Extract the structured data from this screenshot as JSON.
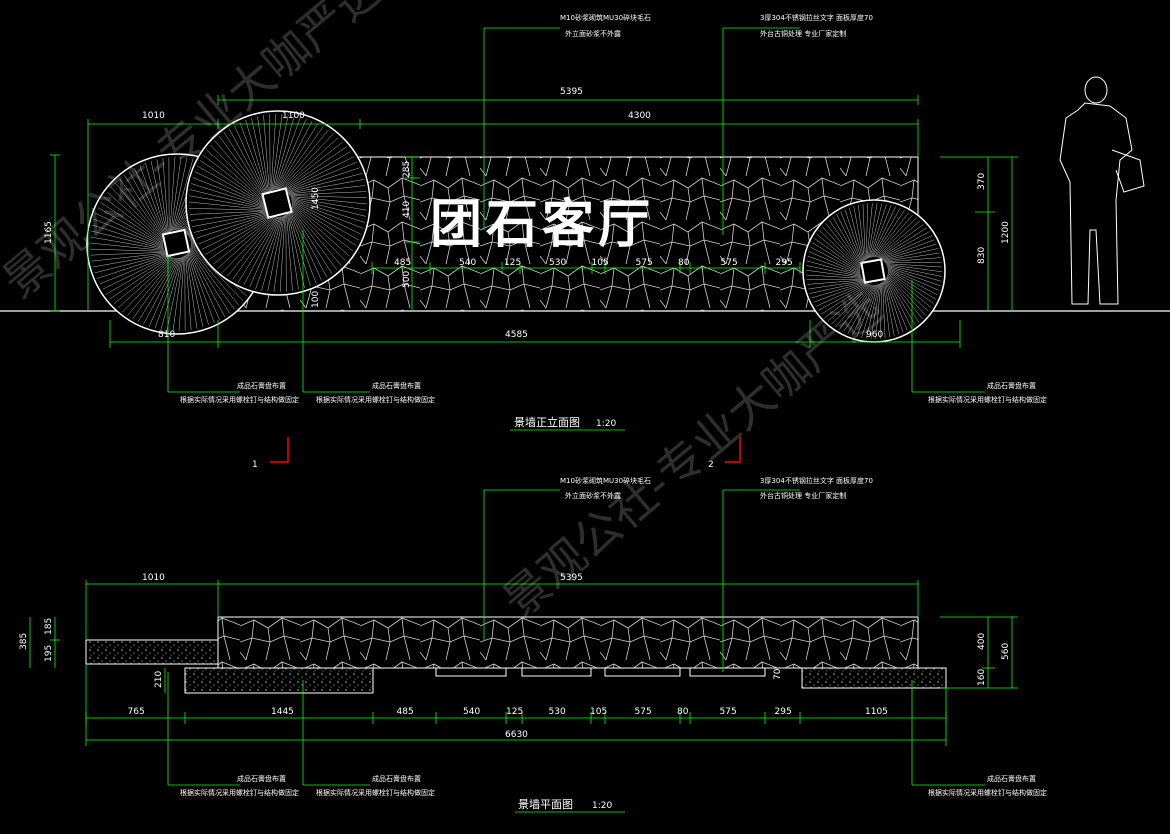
{
  "colors": {
    "background": "#000000",
    "dimension": "#00ff00",
    "outline": "#ffffff",
    "section_mark": "#ff0000"
  },
  "elevation": {
    "sign_text": "团石客厅",
    "title": "景墙正立面图",
    "scale": "1:20",
    "top_note": {
      "line1": "M10砂浆砌筑MU30碎块毛石",
      "line2": "外立面砂浆不外露"
    },
    "letter_note": {
      "line1": "3厚304不锈钢拉丝文字  面板厚度70",
      "line2": "外台古铜处理  专业厂家定制"
    },
    "top_dims": {
      "overall": "5395",
      "left": "1010",
      "mid": "1100",
      "right": "4300"
    },
    "left_height": "1165",
    "inner_dims": {
      "d285": "285",
      "d410": "410",
      "d500": "500",
      "d1450": "1450",
      "d100": "100"
    },
    "right_dims": {
      "d370": "370",
      "d830": "830",
      "d1200": "1200"
    },
    "letter_dims": [
      "485",
      "540",
      "125",
      "530",
      "105",
      "575",
      "80",
      "575",
      "295"
    ],
    "bottom_dims": {
      "left": "810",
      "mid": "4585",
      "right": "960"
    },
    "disc_note": {
      "line1": "成品石膏盘布置",
      "line2": "根据实际情况采用螺栓钉与结构做固定"
    },
    "section_marks": [
      "1",
      "2"
    ]
  },
  "plan": {
    "title": "景墙平面图",
    "scale": "1:20",
    "top_note": {
      "line1": "M10砂浆砌筑MU30碎块毛石",
      "line2": "外立面砂浆不外露"
    },
    "letter_note": {
      "line1": "3厚304不锈钢拉丝文字  面板厚度70",
      "line2": "外台古铜处理  专业厂家定制"
    },
    "top_dims": {
      "left": "1010",
      "overall": "5395"
    },
    "left_dims": {
      "d385": "385",
      "d185": "185",
      "d195": "195",
      "d210": "210"
    },
    "right_dims": {
      "d400": "400",
      "d560": "560",
      "d160": "160",
      "d70": "70"
    },
    "bottom_dims": [
      "765",
      "1445",
      "485",
      "540",
      "125",
      "530",
      "105",
      "575",
      "80",
      "575",
      "295",
      "1105"
    ],
    "overall": "6630",
    "disc_note": {
      "line1": "成品石膏盘布置",
      "line2": "根据实际情况采用螺栓钉与结构做固定"
    }
  },
  "watermark": "景观公社-专业大咖严选"
}
